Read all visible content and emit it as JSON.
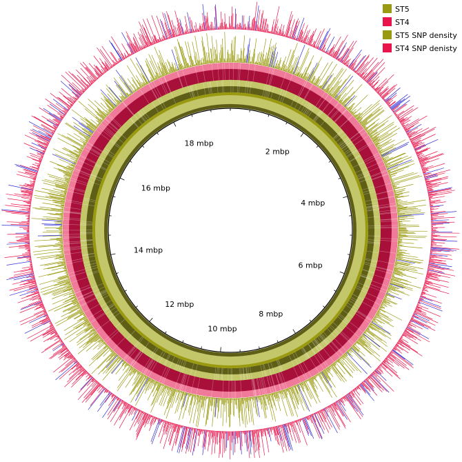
{
  "colors": {
    "st5": "#9a9a10",
    "st5_dark": "#5e5e16",
    "st5_light": "#c4c66a",
    "st4": "#e8144b",
    "st4_dark": "#a8103a",
    "st4_light": "#f07a99",
    "snp_high": "#2a2ad8",
    "axis": "#000000"
  },
  "legend": [
    {
      "label": "ST5",
      "color": "#9a9a10"
    },
    {
      "label": "ST4",
      "color": "#e8144b"
    },
    {
      "label": "ST5 SNP density",
      "color": "#9a9a10"
    },
    {
      "label": "ST4 SNP denisty",
      "color": "#e8144b"
    }
  ],
  "genome": {
    "total_mbp": 19.5,
    "tick_labels": [
      {
        "mbp": 2,
        "text": "2 mbp"
      },
      {
        "mbp": 4,
        "text": "4 mbp"
      },
      {
        "mbp": 6,
        "text": "6 mbp"
      },
      {
        "mbp": 8,
        "text": "8 mbp"
      },
      {
        "mbp": 10,
        "text": "10 mbp"
      },
      {
        "mbp": 12,
        "text": "12 mbp"
      },
      {
        "mbp": 14,
        "text": "14 mbp"
      },
      {
        "mbp": 16,
        "text": "16 mbp"
      },
      {
        "mbp": 18,
        "text": "18 mbp"
      }
    ]
  }
}
